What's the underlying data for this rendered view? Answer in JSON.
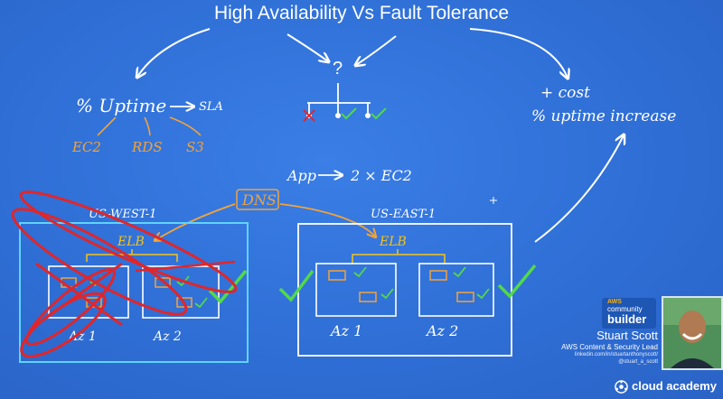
{
  "title": "High Availability Vs Fault Tolerance",
  "left_branch": {
    "uptime_label": "% Uptime",
    "sla_label": "SLA",
    "services": [
      "EC2",
      "RDS",
      "S3"
    ]
  },
  "middle_branch": {
    "question_mark": "?"
  },
  "right_branch": {
    "cost_label": "+ cost",
    "uptime_increase_label": "% uptime increase"
  },
  "app_note": {
    "app_label": "App",
    "ec2_count_label": "2 × EC2"
  },
  "dns_label": "DNS",
  "regions": [
    {
      "name": "US-WEST-1",
      "elb_label": "ELB",
      "azs": [
        "Az 1",
        "Az 2"
      ],
      "status": "failed"
    },
    {
      "name": "US-EAST-1",
      "elb_label": "ELB",
      "azs": [
        "Az 1",
        "Az 2"
      ],
      "status": "healthy"
    }
  ],
  "presenter": {
    "badge_top": "AWS",
    "badge_middle": "community",
    "badge_bottom": "builder",
    "name": "Stuart Scott",
    "role": "AWS Content & Security Lead",
    "link": "linkedin.com/in/stuartanthonyscott/",
    "handle": "@stuart_a_scott"
  },
  "brand": {
    "name": "cloud academy"
  },
  "colors": {
    "background": "#2f6fd6",
    "ink_white": "#ffffff",
    "ink_orange": "#f2a33a",
    "ink_green": "#52d94a",
    "ink_red": "#e0262b",
    "ink_cyan": "#5fd4ff",
    "ink_yellow": "#f5c31a"
  }
}
